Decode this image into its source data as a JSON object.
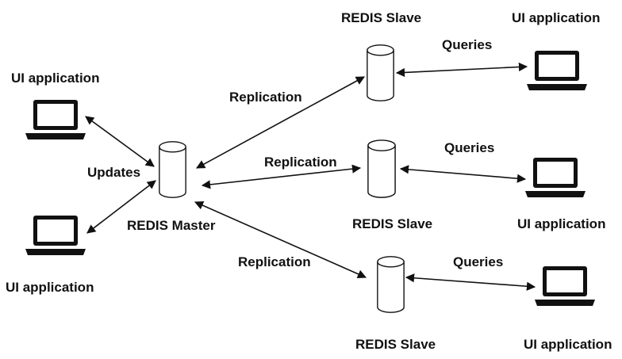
{
  "nodes": {
    "master": {
      "label": "REDIS Master"
    },
    "slave_top": {
      "label": "REDIS Slave"
    },
    "slave_mid": {
      "label": "REDIS Slave"
    },
    "slave_bot": {
      "label": "REDIS Slave"
    },
    "client_left_top": {
      "label": "UI application"
    },
    "client_left_bottom": {
      "label": "UI application"
    },
    "client_right_top": {
      "label": "UI application"
    },
    "client_right_mid": {
      "label": "UI application"
    },
    "client_right_bot": {
      "label": "UI application"
    }
  },
  "edges": {
    "updates": "Updates",
    "replication_top": "Replication",
    "replication_mid": "Replication",
    "replication_bot": "Replication",
    "queries_top": "Queries",
    "queries_mid": "Queries",
    "queries_bot": "Queries"
  },
  "icons": {
    "database": "cylinder-icon",
    "client": "laptop-icon"
  }
}
